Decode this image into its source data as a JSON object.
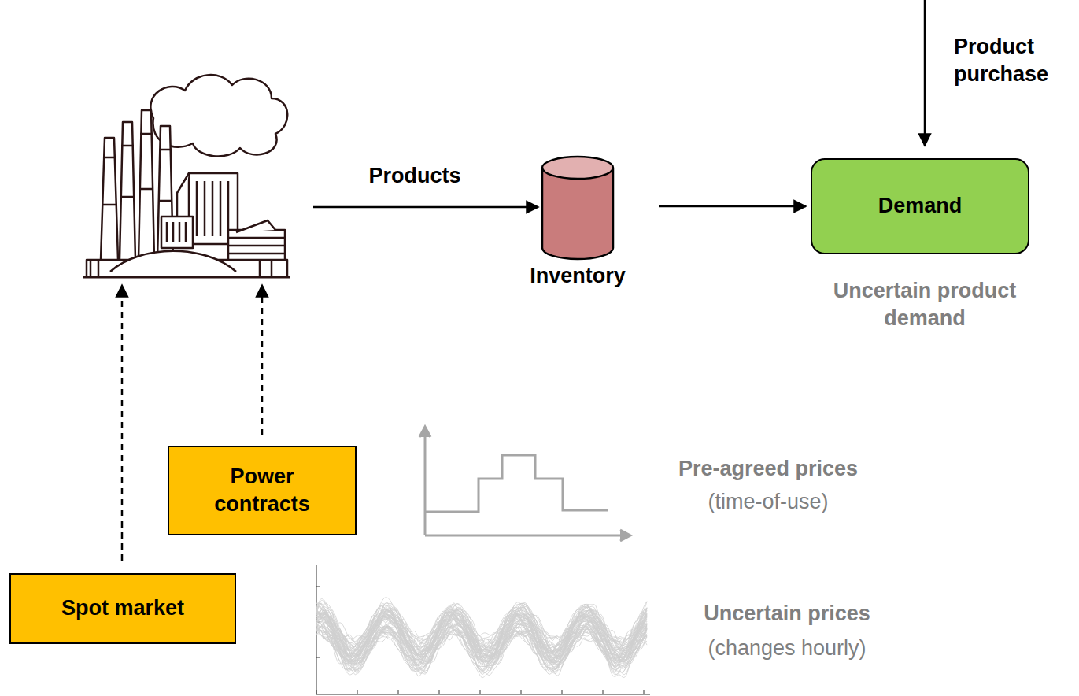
{
  "diagram": {
    "nodes": [
      {
        "text": [
          "Inventory"
        ]
      },
      {
        "text": [
          "Demand"
        ]
      },
      {
        "text": [
          "Power contracts"
        ]
      },
      {
        "text": [
          "Spot market"
        ]
      }
    ],
    "edges": [
      {
        "from": 0,
        "to": 1,
        "arrow": "to"
      }
    ],
    "labels": [
      "Products",
      "Product purchase",
      "Uncertain product demand",
      "Pre-agreed prices",
      "(time-of-use)",
      "Uncertain prices",
      "(changes hourly)"
    ]
  }
}
